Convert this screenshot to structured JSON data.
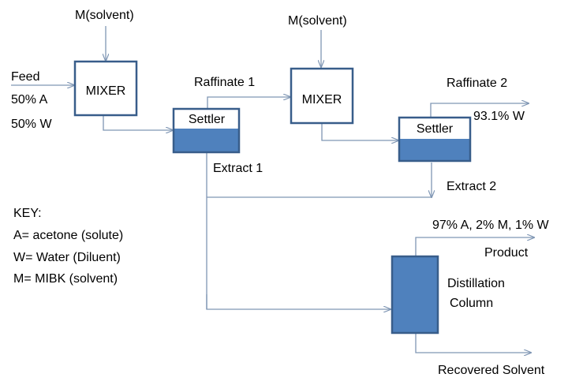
{
  "diagram": {
    "solvent_feed_1": "M(solvent)",
    "solvent_feed_2": "M(solvent)",
    "feed": {
      "title": "Feed",
      "line1": "50% A",
      "line2": "50% W"
    },
    "mixer_1": "MIXER",
    "mixer_2": "MIXER",
    "settler_1": "Settler",
    "settler_2": "Settler",
    "raffinate_1": "Raffinate 1",
    "raffinate_2": "Raffinate 2",
    "raffinate_2_composition": "93.1% W",
    "extract_1": "Extract 1",
    "extract_2": "Extract 2",
    "distillation_column": {
      "line1": "Distillation",
      "line2": "Column"
    },
    "product_composition": "97% A, 2% M, 1% W",
    "product": "Product",
    "recovered_solvent": "Recovered Solvent",
    "key": {
      "title": "KEY:",
      "a": "A= acetone (solute)",
      "w": "W= Water (Diluent)",
      "m": "M= MIBK (solvent)"
    }
  },
  "colors": {
    "stream_line": "#7F96B4",
    "box_border": "#385D8A",
    "liquid_fill": "#4F81BD"
  }
}
